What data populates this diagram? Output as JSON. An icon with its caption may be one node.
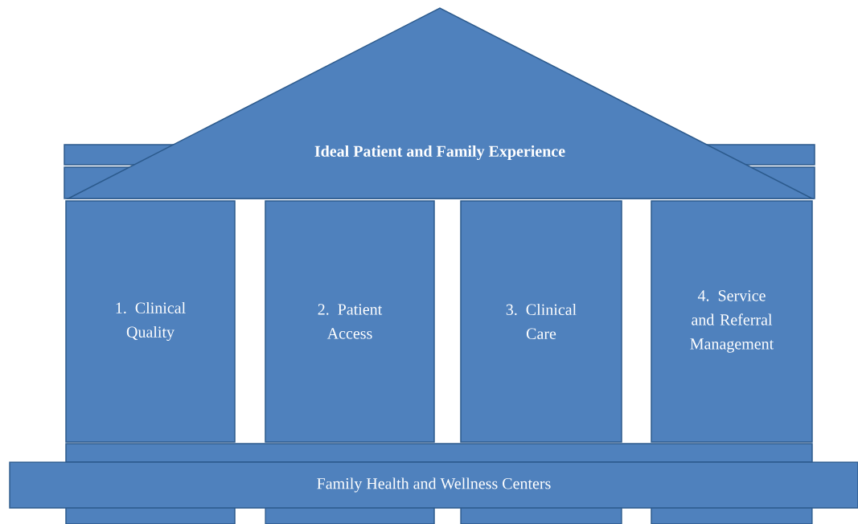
{
  "diagram": {
    "nodes": [
      {
        "text": [
          "Ideal Patient and Family Experience"
        ]
      },
      {
        "text": [
          "1. Clinical Quality"
        ]
      },
      {
        "text": [
          "2. Patient Access"
        ]
      },
      {
        "text": [
          "3. Clinical Care"
        ]
      },
      {
        "text": [
          "4. Service and Referral Management"
        ]
      },
      {
        "text": [
          "Family Health and Wellness Centers"
        ]
      }
    ]
  }
}
